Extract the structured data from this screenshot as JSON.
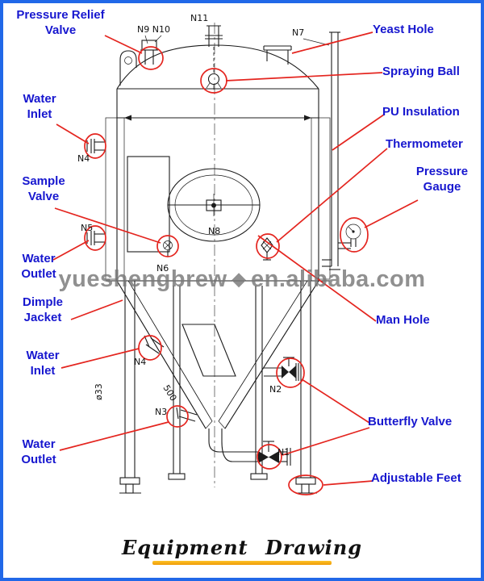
{
  "title": "Equipment  Drawing",
  "watermark": {
    "left": "yueshengbrew",
    "logo": "◆",
    "right": "en.alibaba.com"
  },
  "colors": {
    "c-frame": "#2168e8",
    "c-label": "#1717cf",
    "c-red": "#e4251f",
    "c-underline": "#ef9b05",
    "c-watermark": "#787878"
  },
  "labels": {
    "pressure_relief_valve": "Pressure Relief Valve",
    "yeast_hole": "Yeast Hole",
    "spraying_ball": "Spraying Ball",
    "water_inlet_top": "Water Inlet",
    "pu_insulation": "PU Insulation",
    "thermometer": "Thermometer",
    "pressure_gauge": "Pressure Gauge",
    "sample_valve": "Sample Valve",
    "water_outlet_top": "Water Outlet",
    "dimple_jacket": "Dimple Jacket",
    "man_hole": "Man Hole",
    "water_inlet_bottom": "Water Inlet",
    "water_outlet_bottom": "Water Outlet",
    "butterfly_valve": "Butterfly Valve",
    "adjustable_feet": "Adjustable Feet"
  },
  "nozzles": {
    "n1": "N1",
    "n2": "N2",
    "n3": "N3",
    "n4a": "N4",
    "n4b": "N4",
    "n5": "N5",
    "n6": "N6",
    "n7": "N7",
    "n8": "N8",
    "n9n10": "N9 N10",
    "n11": "N11",
    "dia33": "ø33",
    "dim500": "500"
  }
}
